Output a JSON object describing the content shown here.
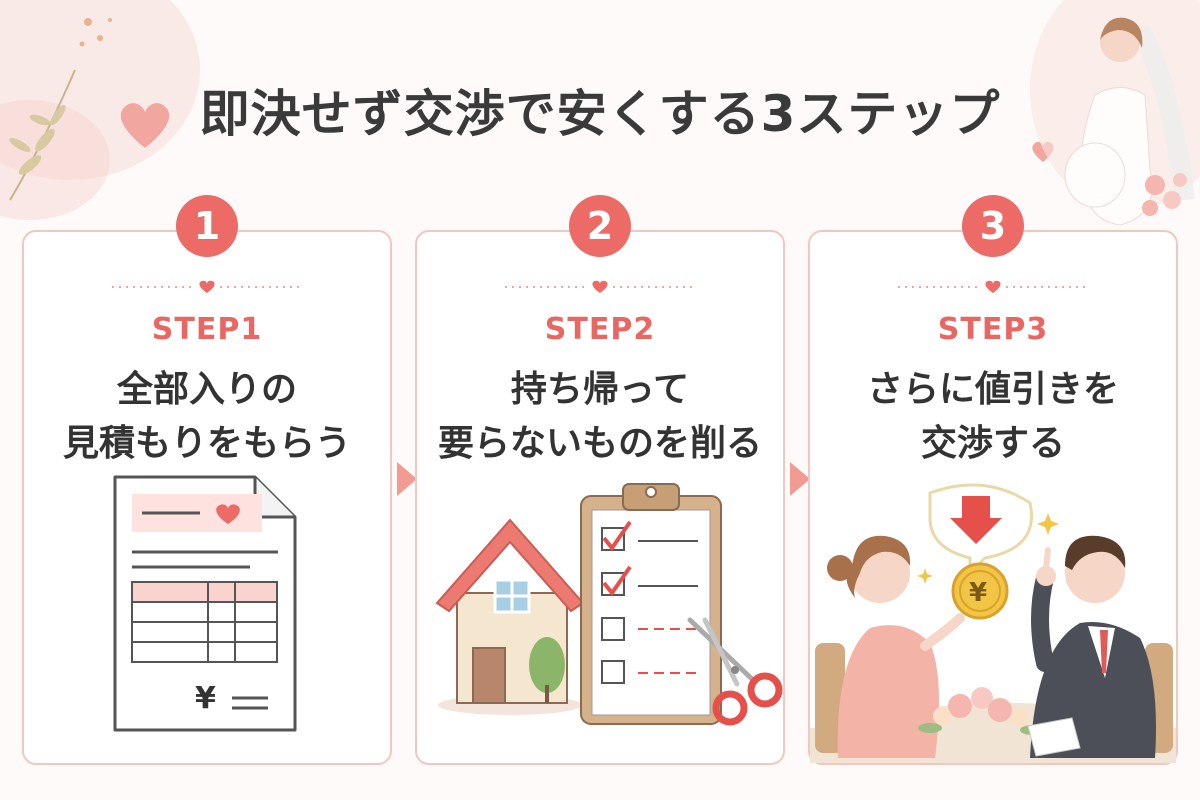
{
  "title": "即決せず交渉で安くする3ステップ",
  "colors": {
    "accent": "#ec6b66",
    "card_border": "#f1c7c2",
    "background": "#fdfaf9"
  },
  "steps": [
    {
      "number": "1",
      "label": "STEP1",
      "line1": "全部入りの",
      "line2": "見積もりをもらう",
      "illustration": "estimate-document-with-yen"
    },
    {
      "number": "2",
      "label": "STEP2",
      "line1": "持ち帰って",
      "line2": "要らないものを削る",
      "illustration": "house-and-checklist-with-scissors"
    },
    {
      "number": "3",
      "label": "STEP3",
      "line1": "さらに値引きを",
      "line2": "交渉する",
      "illustration": "couple-negotiating-with-planner"
    }
  ],
  "doc": {
    "yen": "¥"
  },
  "negotiation": {
    "yen": "¥"
  }
}
